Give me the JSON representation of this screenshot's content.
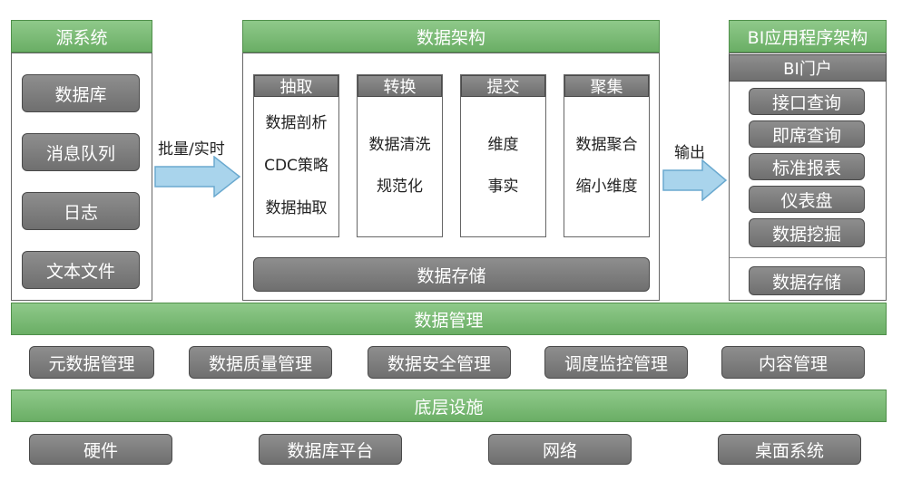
{
  "source": {
    "title": "源系统",
    "items": [
      "数据库",
      "消息队列",
      "日志",
      "文本文件"
    ]
  },
  "arrow_left": {
    "label": "批量/实时"
  },
  "architecture": {
    "title": "数据架构",
    "columns": [
      {
        "head": "抽取",
        "items": [
          "数据剖析",
          "CDC策略",
          "数据抽取"
        ]
      },
      {
        "head": "转换",
        "items": [
          "数据清洗",
          "规范化"
        ]
      },
      {
        "head": "提交",
        "items": [
          "维度",
          "事实"
        ]
      },
      {
        "head": "聚集",
        "items": [
          "数据聚合",
          "缩小维度"
        ]
      }
    ],
    "storage": "数据存储"
  },
  "arrow_right": {
    "label": "输出"
  },
  "bi": {
    "title": "BI应用程序架构",
    "portal": "BI门户",
    "items": [
      "接口查询",
      "即席查询",
      "标准报表",
      "仪表盘",
      "数据挖掘"
    ],
    "storage": "数据存储"
  },
  "management": {
    "title": "数据管理",
    "items": [
      "元数据管理",
      "数据质量管理",
      "数据安全管理",
      "调度监控管理",
      "内容管理"
    ]
  },
  "infrastructure": {
    "title": "底层设施",
    "items": [
      "硬件",
      "数据库平台",
      "网络",
      "桌面系统"
    ]
  },
  "colors": {
    "green": "#7dba77",
    "gray": "#7f7f7f",
    "arrow": "#a9d4ec"
  }
}
